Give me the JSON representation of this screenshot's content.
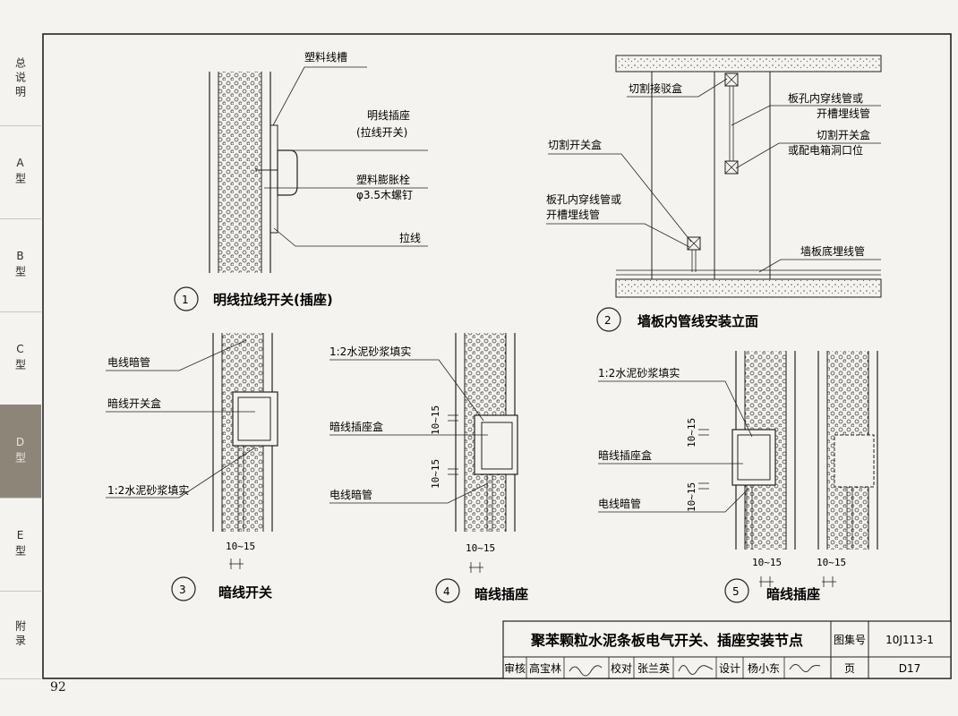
{
  "sidebar": {
    "tabs": [
      {
        "label": "总说明",
        "active": false
      },
      {
        "label": "A型",
        "active": false
      },
      {
        "label": "B型",
        "active": false
      },
      {
        "label": "C型",
        "active": false
      },
      {
        "label": "D型",
        "active": true
      },
      {
        "label": "E型",
        "active": false
      },
      {
        "label": "附录",
        "active": false
      }
    ]
  },
  "page_number": "92",
  "detail1": {
    "number": "1",
    "title": "明线拉线开关(插座)",
    "labels": {
      "plastic_trough": "塑料线槽",
      "surface_socket": "明线插座",
      "pull_switch": "(拉线开关)",
      "plastic_anchor": "塑料膨胀栓",
      "wood_screw": "φ3.5木螺钉",
      "pull_cord": "拉线"
    }
  },
  "detail2": {
    "number": "2",
    "title": "墙板内管线安装立面",
    "labels": {
      "cut_junction_box": "切割接驳盒",
      "conduit_in_hole_a": "板孔内穿线管或",
      "conduit_in_hole_b": "开槽埋线管",
      "cut_switch_box_a": "切割开关盒",
      "cut_switch_box_b": "或配电箱洞口位",
      "cut_switch_box": "切割开关盒",
      "conduit_in_hole_c": "板孔内穿线管或",
      "conduit_in_hole_d": "开槽埋线管",
      "floor_conduit": "墙板底埋线管"
    }
  },
  "detail3": {
    "number": "3",
    "title": "暗线开关",
    "labels": {
      "concealed_conduit": "电线暗管",
      "concealed_switch_box": "暗线开关盒",
      "mortar_fill": "1:2水泥砂浆填实",
      "dim": "10~15"
    }
  },
  "detail4": {
    "number": "4",
    "title": "暗线插座",
    "labels": {
      "mortar_fill": "1:2水泥砂浆填实",
      "concealed_socket_box": "暗线插座盒",
      "concealed_conduit": "电线暗管",
      "dim_top": "10~15",
      "dim_mid": "10~15",
      "dim_bottom": "10~15"
    }
  },
  "detail5": {
    "number": "5",
    "title": "暗线插座",
    "labels": {
      "mortar_fill": "1:2水泥砂浆填实",
      "concealed_socket_box": "暗线插座盒",
      "concealed_conduit": "电线暗管",
      "dim_top": "10~15",
      "dim_mid": "10~15",
      "dim_bottom_a": "10~15",
      "dim_bottom_b": "10~15"
    }
  },
  "title_block": {
    "main_title": "聚苯颗粒水泥条板电气开关、插座安装节点",
    "atlas_label": "图集号",
    "atlas_no": "10J113-1",
    "page_label": "页",
    "page_no": "D17",
    "review_label": "审核",
    "reviewer": "高宝林",
    "check_label": "校对",
    "checker": "张兰英",
    "design_label": "设计",
    "designer": "杨小东"
  }
}
